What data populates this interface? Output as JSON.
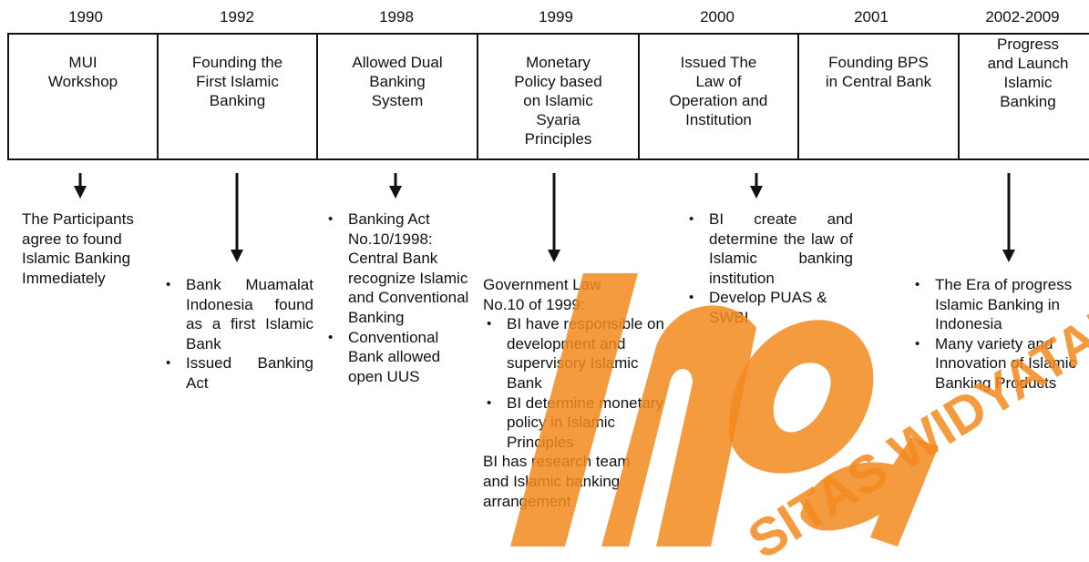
{
  "years": [
    "1990",
    "1992",
    "1998",
    "1999",
    "2000",
    "2001",
    "2002-2009"
  ],
  "events": [
    "MUI\nWorkshop",
    "Founding the\nFirst Islamic\nBanking",
    "Allowed Dual\nBanking\nSystem",
    "Monetary\nPolicy based\non Islamic\nSyaria\nPrinciples",
    "Issued The\nLaw of\nOperation and\nInstitution",
    "Founding BPS\nin Central Bank",
    "Progress\nand Launch\nIslamic\nBanking"
  ],
  "details": {
    "d1990": {
      "text": "The Participants\nagree to found\nIslamic Banking\nImmediately"
    },
    "d1992": {
      "items": [
        "Bank Muamalat Indonesia found as a first Islamic Bank",
        "Issued Banking Act"
      ]
    },
    "d1998": {
      "items": [
        "Banking Act No.10/1998: Central Bank recognize Islamic and Conventional Banking",
        "Conventional Bank allowed open UUS"
      ]
    },
    "d1999": {
      "intro": "Government Law\nNo.10 of 1999:",
      "items": [
        "BI have responsible on development and supervisory Islamic Bank",
        "BI determine monetary policy in Islamic Principles"
      ],
      "outro": "BI has research team\nand Islamic banking\narrangement"
    },
    "d2000": {
      "items": [
        "BI create and determine the law of Islamic banking institution",
        "Develop PUAS & SWBI"
      ]
    },
    "d2002": {
      "items": [
        "The Era of progress Islamic Banking in Indonesia",
        "Many variety and Innovation of Islamic Banking Products"
      ]
    }
  },
  "watermark": {
    "text": "SITAS WIDYATAMA",
    "color": "#f28a1e"
  }
}
